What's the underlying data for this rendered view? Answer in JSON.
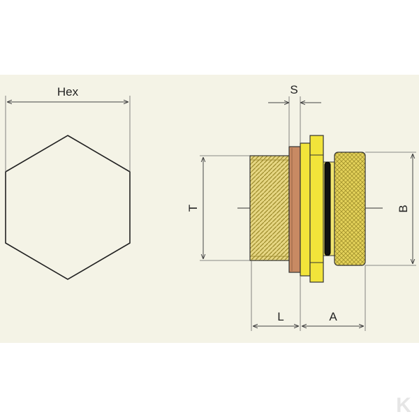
{
  "labels": {
    "hex": "Hex",
    "s": "S",
    "t": "T",
    "b": "B",
    "l": "L",
    "a": "A"
  },
  "watermark": "K",
  "colors": {
    "panel": "#f4f3e6",
    "line": "#222222",
    "dim_line": "#444444",
    "thread": "#e3d47a",
    "thread_dark": "#a8962e",
    "washer": "#c88a63",
    "flange": "#f2e43a",
    "oring": "#111111",
    "knurl": "#e2cf55",
    "watermark": "#e6e6e6"
  }
}
